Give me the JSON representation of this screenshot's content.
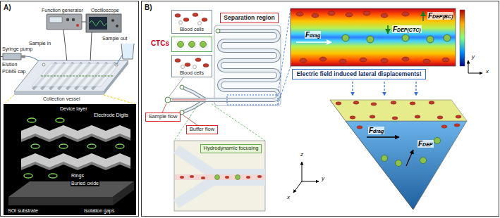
{
  "diagram": {
    "nodes": [
      {
        "text": [
          "A)"
        ]
      },
      {
        "text": [
          "B)"
        ]
      },
      {
        "text": [
          "Blood cells"
        ],
        "in": 1
      },
      {
        "text": [
          "CTCs"
        ],
        "in": 1
      },
      {
        "text": [
          "Blood cells"
        ],
        "in": 1
      },
      {
        "text": [
          "Separation region"
        ],
        "in": 1
      },
      {
        "text": [
          "Sample flow"
        ],
        "in": 1
      },
      {
        "text": [
          "Buffer flow"
        ],
        "in": 1
      },
      {
        "text": [
          "Hydrodynamic focusing"
        ],
        "in": 1
      },
      {
        "text": [
          "Electric field induced lateral displacements!"
        ],
        "in": 1
      }
    ],
    "labels": [
      "Function generator",
      "Oscilloscope",
      "Syringe pump",
      "Sample in",
      "Elution",
      "PDMS cap",
      "Sample out",
      "Collection vessel",
      "Device layer",
      "Electrode Digits",
      "Rings",
      "Buried oxide",
      "SOI substrate",
      "Isolation gaps",
      "FDEP(BC)",
      "FDEP(CTC)",
      "Fdrag",
      "y",
      "x",
      "Fdrag",
      "FDEP",
      "z",
      "y",
      "x"
    ]
  }
}
